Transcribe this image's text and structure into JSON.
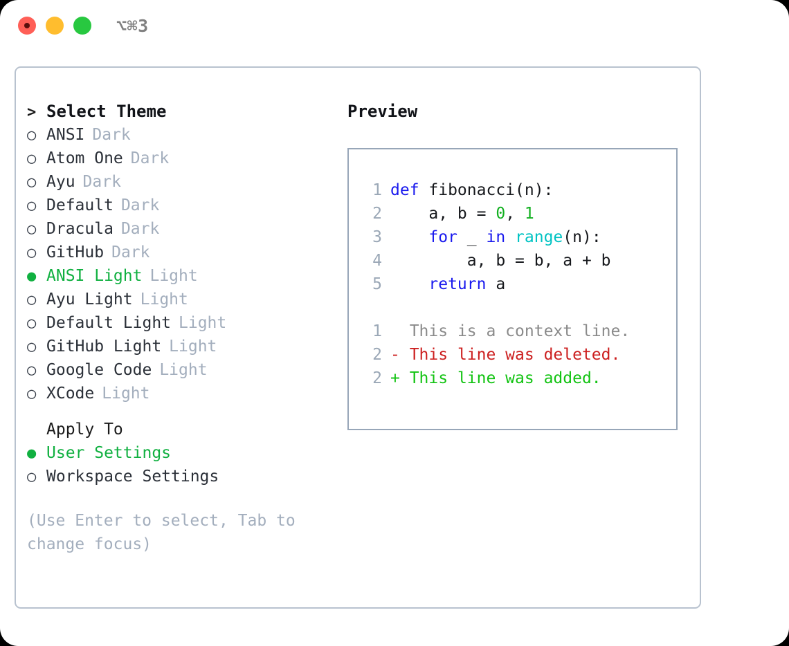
{
  "window": {
    "title": "⌥⌘3",
    "traffic_lights": [
      "close-red",
      "minimize-yellow",
      "zoom-green"
    ]
  },
  "theme_selector": {
    "prompt_marker": ">",
    "heading": "Select Theme",
    "radio_unselected": "○",
    "radio_selected": "●",
    "items": [
      {
        "name": "ANSI",
        "variant": "Dark",
        "selected": false
      },
      {
        "name": "Atom One",
        "variant": "Dark",
        "selected": false
      },
      {
        "name": "Ayu",
        "variant": "Dark",
        "selected": false
      },
      {
        "name": "Default",
        "variant": "Dark",
        "selected": false
      },
      {
        "name": "Dracula",
        "variant": "Dark",
        "selected": false
      },
      {
        "name": "GitHub",
        "variant": "Dark",
        "selected": false
      },
      {
        "name": "ANSI Light",
        "variant": "Light",
        "selected": true
      },
      {
        "name": "Ayu Light",
        "variant": "Light",
        "selected": false
      },
      {
        "name": "Default Light",
        "variant": "Light",
        "selected": false
      },
      {
        "name": "GitHub Light",
        "variant": "Light",
        "selected": false
      },
      {
        "name": "Google Code",
        "variant": "Light",
        "selected": false
      },
      {
        "name": "XCode",
        "variant": "Light",
        "selected": false
      }
    ]
  },
  "apply_to": {
    "label": "Apply To",
    "options": [
      {
        "name": "User Settings",
        "selected": true
      },
      {
        "name": "Workspace Settings",
        "selected": false
      }
    ]
  },
  "hint": "(Use Enter to select, Tab to change focus)",
  "preview": {
    "title": "Preview",
    "code": [
      {
        "no": "1",
        "tokens": [
          {
            "t": "def ",
            "c": "kw"
          },
          {
            "t": "fibonacci(n):",
            "c": "txt"
          }
        ]
      },
      {
        "no": "2",
        "tokens": [
          {
            "t": "    a, b = ",
            "c": "txt"
          },
          {
            "t": "0",
            "c": "num"
          },
          {
            "t": ", ",
            "c": "txt"
          },
          {
            "t": "1",
            "c": "num"
          }
        ]
      },
      {
        "no": "3",
        "tokens": [
          {
            "t": "    ",
            "c": "txt"
          },
          {
            "t": "for",
            "c": "kw"
          },
          {
            "t": " _ ",
            "c": "txt"
          },
          {
            "t": "in",
            "c": "kw"
          },
          {
            "t": " ",
            "c": "txt"
          },
          {
            "t": "range",
            "c": "bi"
          },
          {
            "t": "(n):",
            "c": "txt"
          }
        ]
      },
      {
        "no": "4",
        "tokens": [
          {
            "t": "        a, b = b, a + b",
            "c": "txt"
          }
        ]
      },
      {
        "no": "5",
        "tokens": [
          {
            "t": "    ",
            "c": "txt"
          },
          {
            "t": "return",
            "c": "kw"
          },
          {
            "t": " a",
            "c": "txt"
          }
        ]
      }
    ],
    "diff": [
      {
        "no": "1",
        "sign": "  ",
        "text": "This is a context line.",
        "kind": "ctx"
      },
      {
        "no": "2",
        "sign": "- ",
        "text": "This line was deleted.",
        "kind": "del"
      },
      {
        "no": "2",
        "sign": "+ ",
        "text": "This line was added.",
        "kind": "add"
      }
    ]
  },
  "colors": {
    "accent_green": "#10b040",
    "muted": "#a3aebd",
    "panel_border": "#b8c2cf",
    "preview_border": "#97a6b8",
    "keyword": "#1a1aee",
    "builtin": "#00c3c3",
    "number": "#12b020",
    "diff_delete": "#cc1f1f",
    "diff_add": "#12c312",
    "traffic_red": "#ff5f57",
    "traffic_yellow": "#ffbd2e",
    "traffic_green": "#28c840"
  }
}
